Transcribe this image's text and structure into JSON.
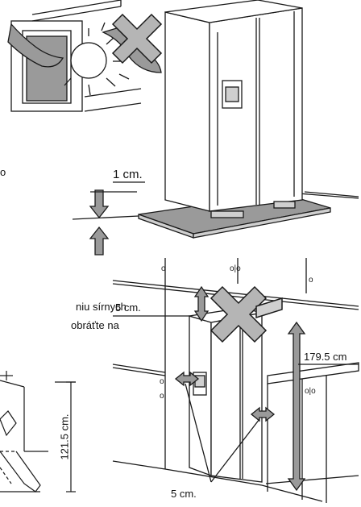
{
  "labels": {
    "top_gap": "1 cm.",
    "top_clearance": "5 cm.",
    "height": "179.5 cm",
    "side_gap": "5 cm.",
    "door_depth": "121.5 cm."
  },
  "body_text": {
    "left_fragment_o": "o",
    "line1": "niu sírnych",
    "line2": "obráťte na"
  },
  "symbols": {
    "cross": "x-mark-icon",
    "sun": "sun-icon",
    "arrows": "arrow-icon"
  },
  "colors": {
    "line": "#1a1a1a",
    "gray_fill": "#9a9a9a",
    "light_gray": "#cfcfcf",
    "cross_fill": "#b5b5b5"
  }
}
